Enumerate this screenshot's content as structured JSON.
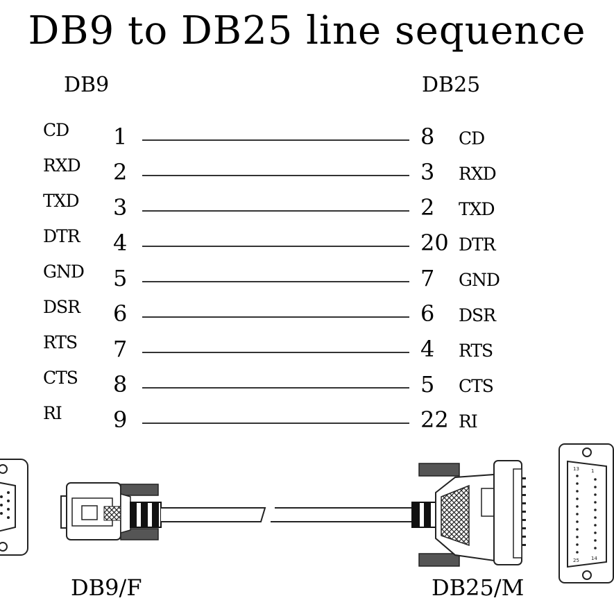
{
  "title": "DB9 to DB25 line sequence",
  "left_header": "DB9",
  "right_header": "DB25",
  "pins": [
    {
      "db9_signal": "CD",
      "db9_pin": "1",
      "db25_pin": "8",
      "db25_signal": "CD"
    },
    {
      "db9_signal": "RXD",
      "db9_pin": "2",
      "db25_pin": "3",
      "db25_signal": "RXD"
    },
    {
      "db9_signal": "TXD",
      "db9_pin": "3",
      "db25_pin": "2",
      "db25_signal": "TXD"
    },
    {
      "db9_signal": "DTR",
      "db9_pin": "4",
      "db25_pin": "20",
      "db25_signal": "DTR"
    },
    {
      "db9_signal": "GND",
      "db9_pin": "5",
      "db25_pin": "7",
      "db25_signal": "GND"
    },
    {
      "db9_signal": "DSR",
      "db9_pin": "6",
      "db25_pin": "6",
      "db25_signal": "DSR"
    },
    {
      "db9_signal": "RTS",
      "db9_pin": "7",
      "db25_pin": "4",
      "db25_signal": "RTS"
    },
    {
      "db9_signal": "CTS",
      "db9_pin": "8",
      "db25_pin": "5",
      "db25_signal": "CTS"
    },
    {
      "db9_signal": "RI",
      "db9_pin": "9",
      "db25_pin": "22",
      "db25_signal": "RI"
    }
  ],
  "connector_left_caption": "DB9/F",
  "connector_right_caption": "DB25/M",
  "db25_face_labels": {
    "top_left": "13",
    "top_right": "1",
    "bottom_left": "25",
    "bottom_right": "14"
  }
}
